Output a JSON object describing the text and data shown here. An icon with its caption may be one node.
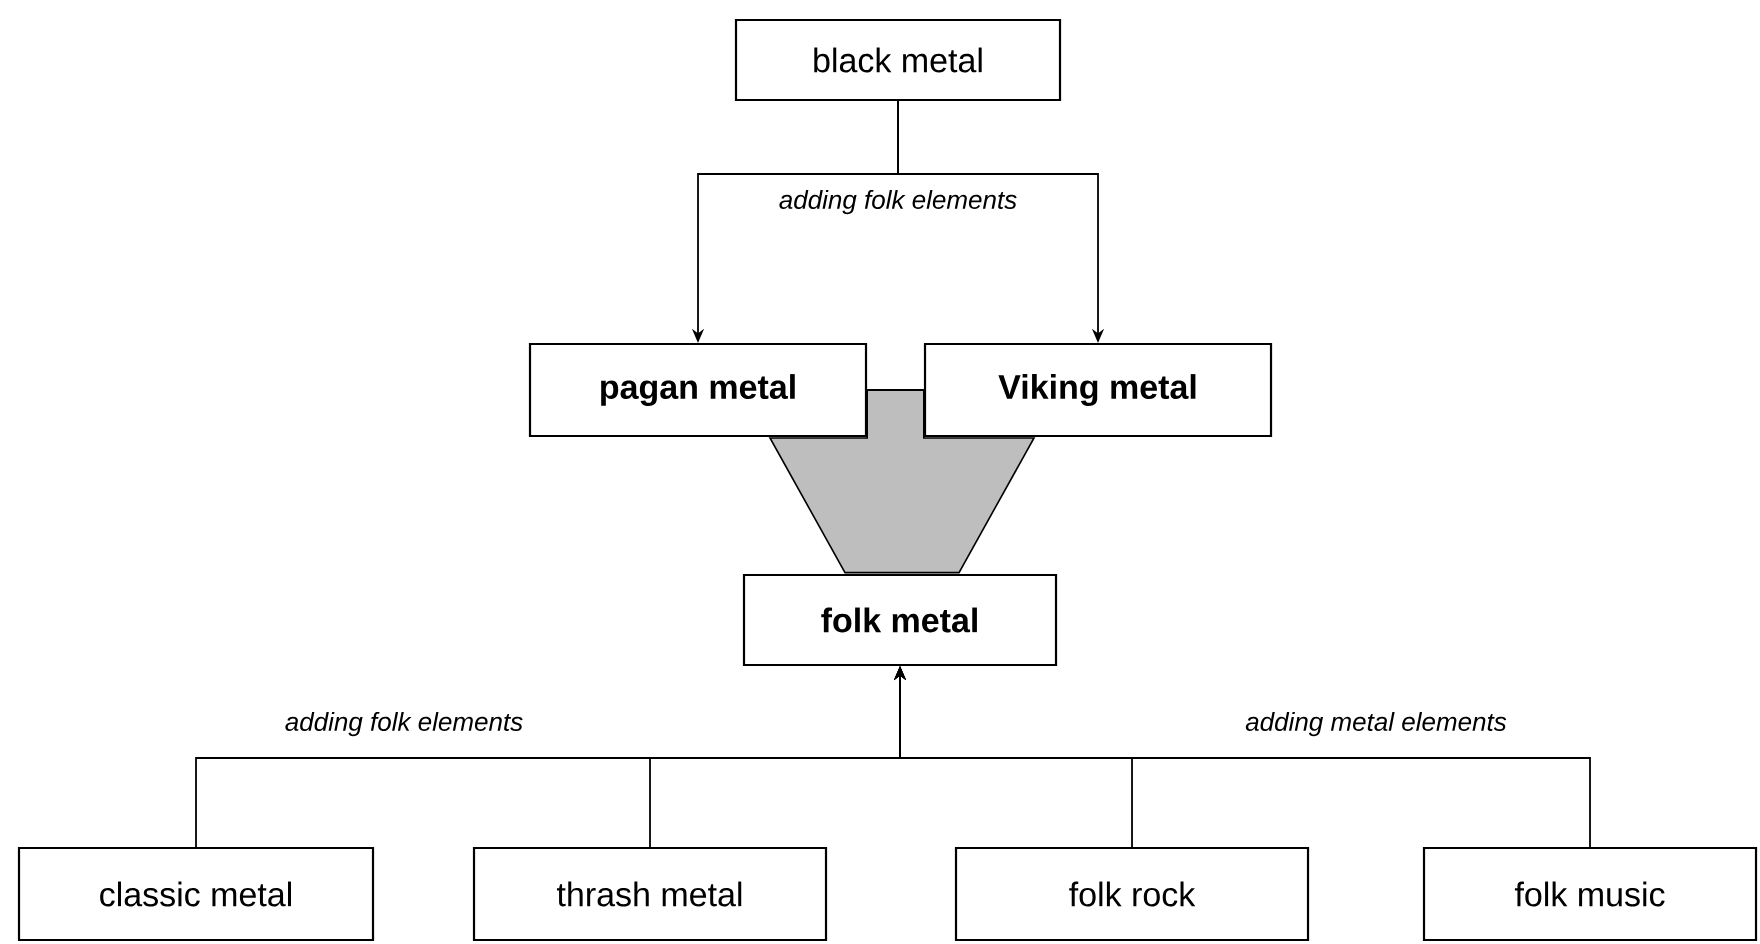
{
  "diagram": {
    "nodes": [
      {
        "text": [
          "black metal"
        ]
      },
      {
        "text": [
          "pagan metal"
        ]
      },
      {
        "text": [
          "Viking metal"
        ]
      },
      {
        "text": [
          "folk metal"
        ]
      },
      {
        "text": [
          "classic metal"
        ]
      },
      {
        "text": [
          "thrash metal"
        ]
      },
      {
        "text": [
          "folk rock"
        ]
      },
      {
        "text": [
          "folk music"
        ]
      },
      {
        "text": [],
        "shape": "trapezoid"
      }
    ],
    "edges": [
      {
        "from": 0,
        "to": 1,
        "arrow": "to",
        "label": "adding folk elements"
      },
      {
        "from": 0,
        "to": 2,
        "arrow": "to"
      },
      {
        "from": 1,
        "to": 2,
        "arrow": "none"
      },
      {
        "from": 4,
        "to": 3,
        "arrow": "to",
        "label": "adding folk elements"
      },
      {
        "from": 5,
        "to": 3,
        "arrow": "to"
      },
      {
        "from": 6,
        "to": 3,
        "arrow": "to"
      },
      {
        "from": 7,
        "to": 3,
        "arrow": "to",
        "label": "adding metal elements"
      }
    ]
  }
}
